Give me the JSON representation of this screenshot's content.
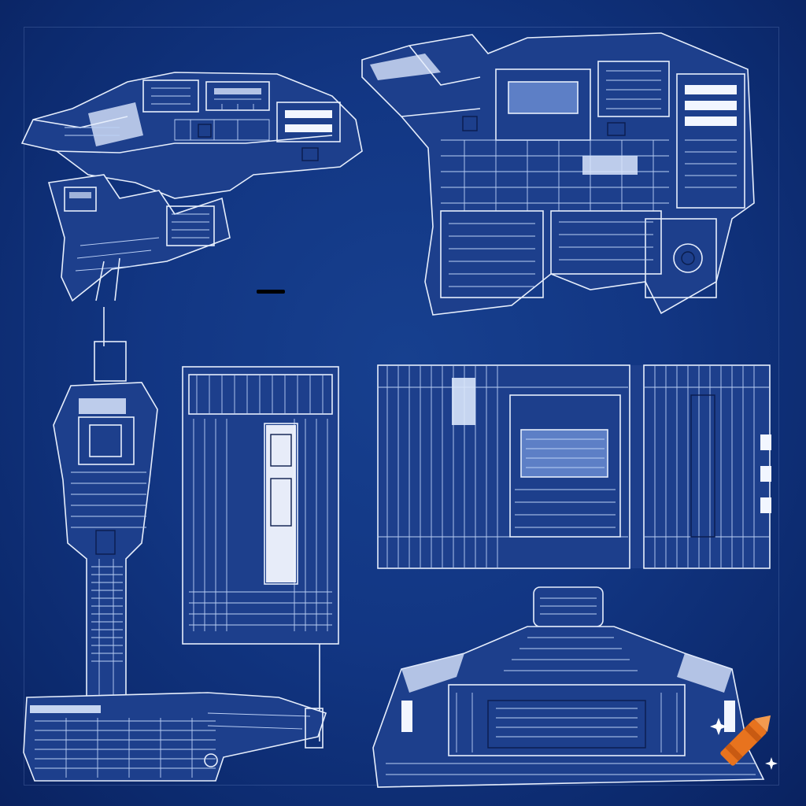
{
  "scene": {
    "background": "#123683",
    "line_color": "#e6eefc",
    "shade_color": "#1d3f8c",
    "accent_color": "#e8731e"
  },
  "elements": [
    "mech-side-view-left",
    "mech-side-view-right",
    "tower-column-elevation",
    "panel-elevation-center",
    "panel-elevation-wide",
    "base-platform-section",
    "hull-module-front-view",
    "crayon-watermark-icon"
  ]
}
